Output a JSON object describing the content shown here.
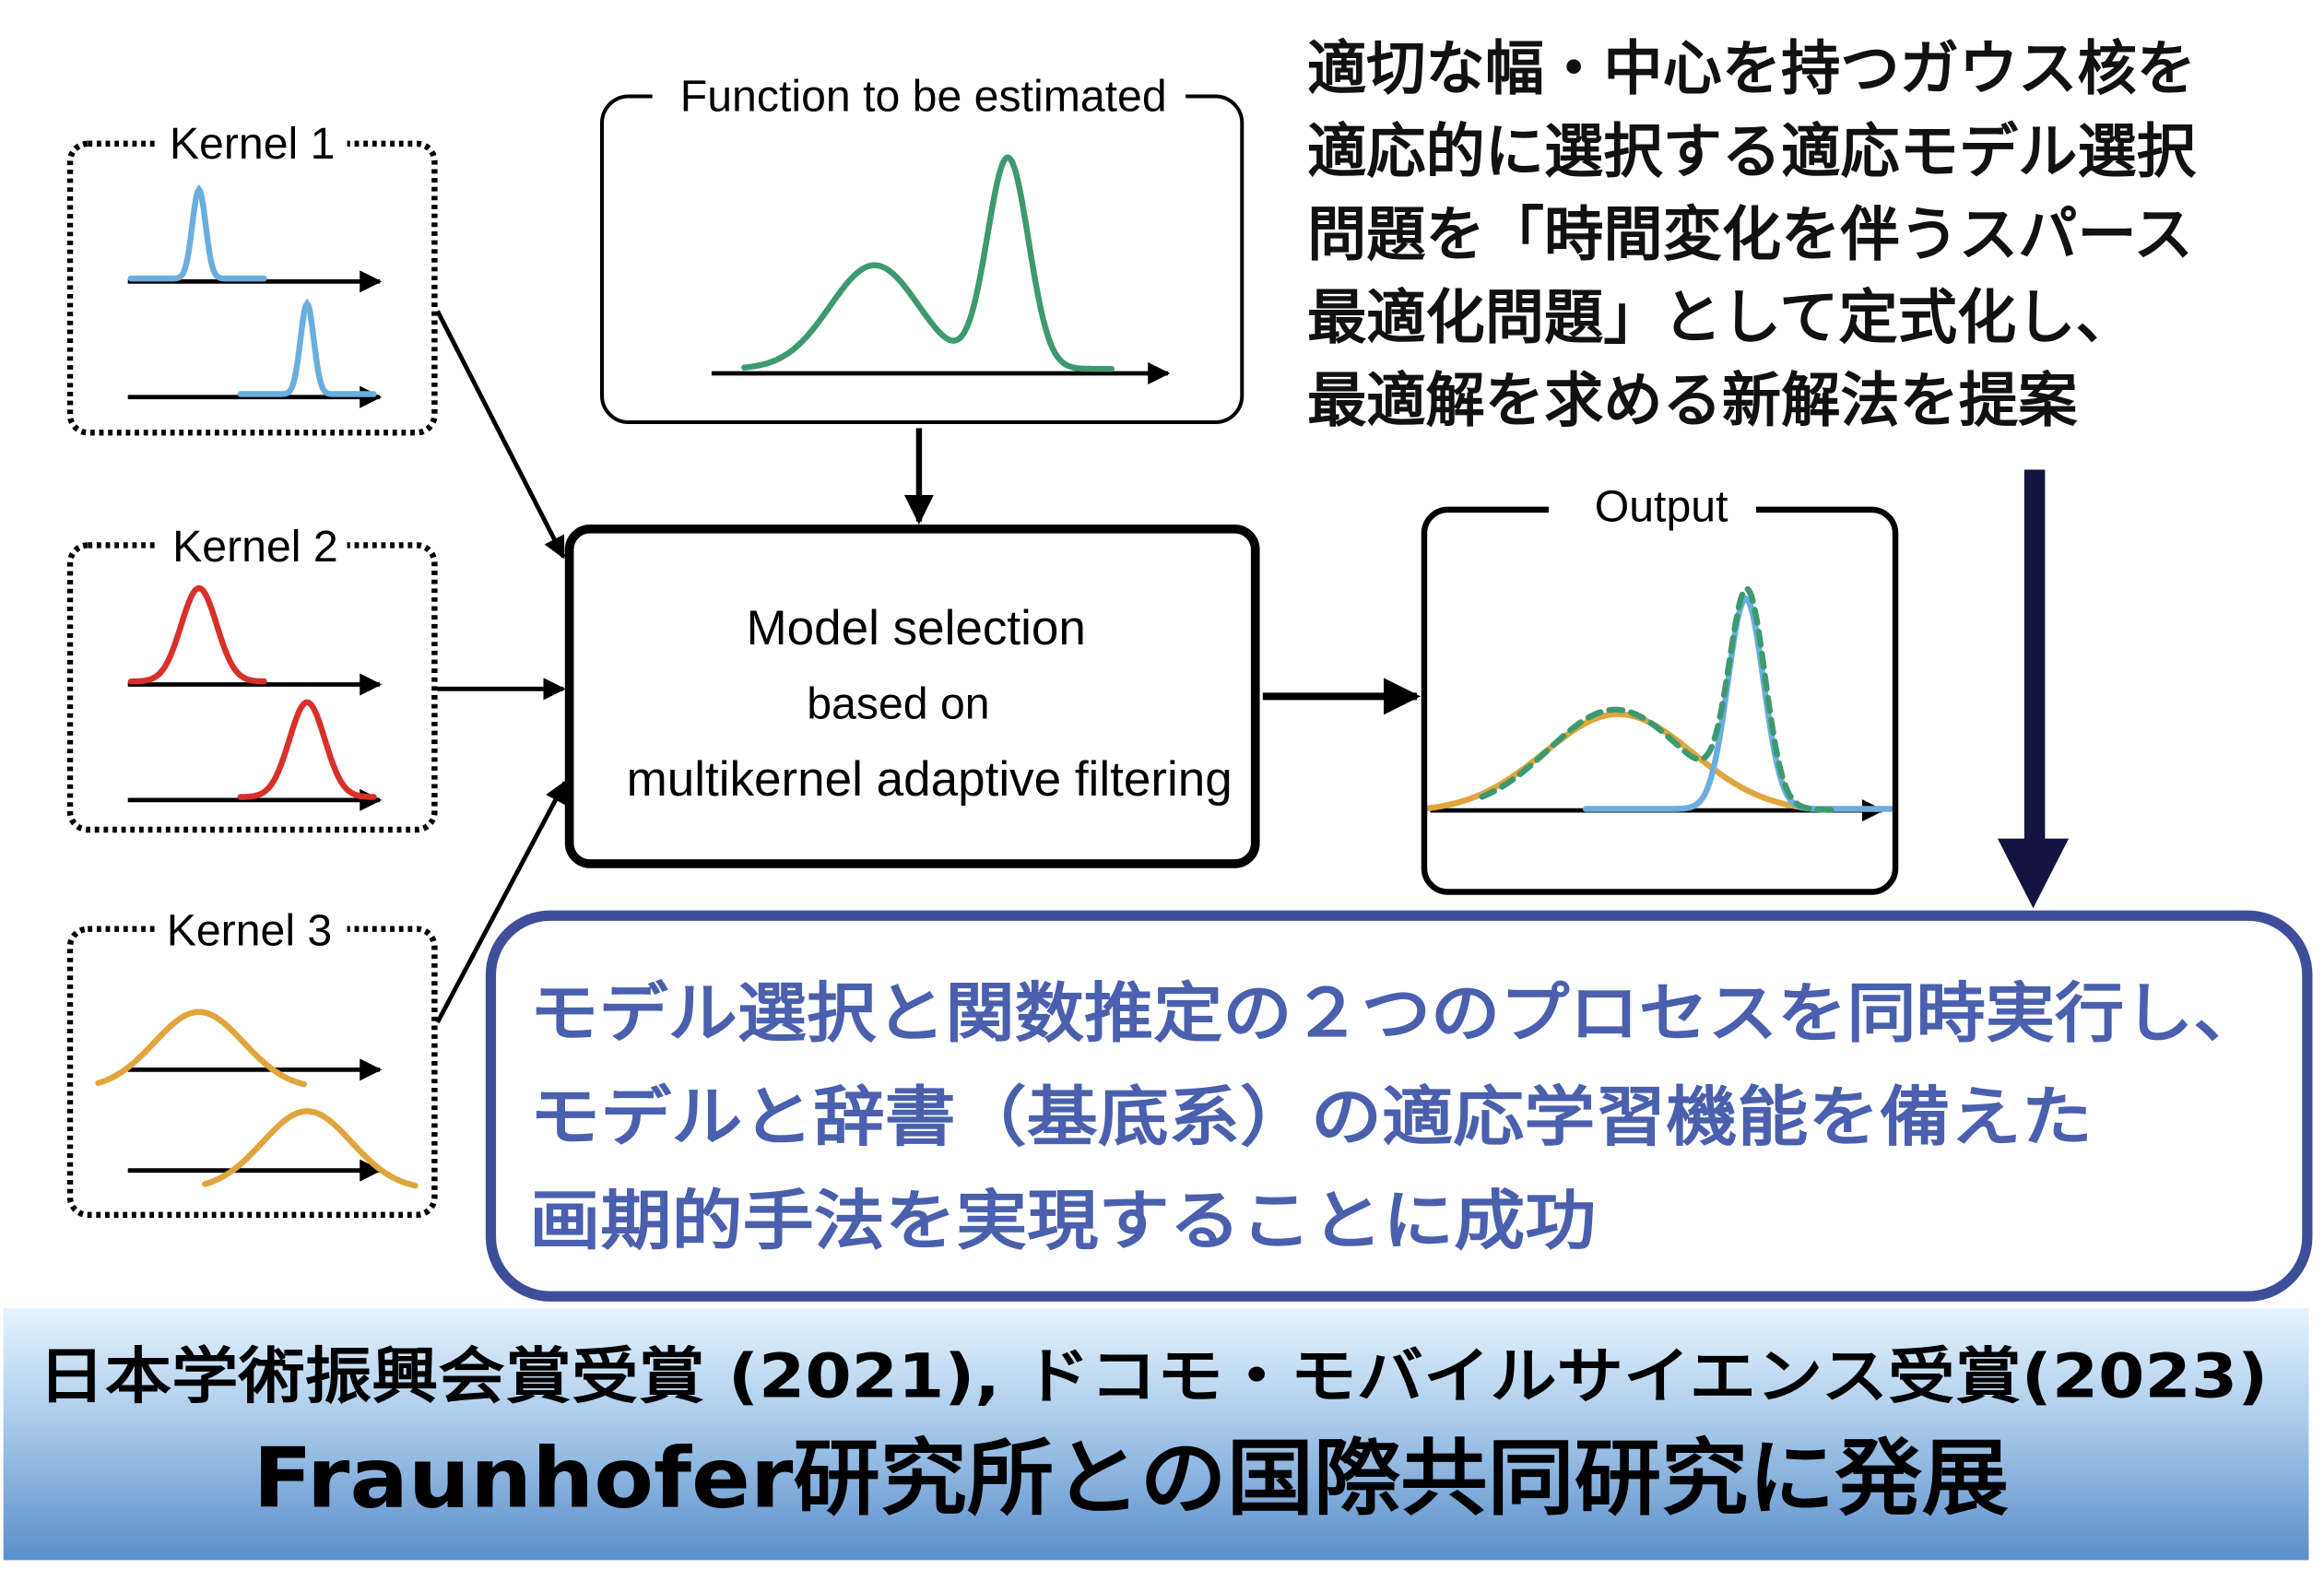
{
  "kernels": [
    {
      "label": "Kernel 1",
      "color": "#6aaee0"
    },
    {
      "label": "Kernel 2",
      "color": "#d9302a"
    },
    {
      "label": "Kernel 3",
      "color": "#e0a53c"
    }
  ],
  "function_box": {
    "label": "Function to be estimated",
    "color": "#3c9a6e"
  },
  "model_box": {
    "line1": "Model selection",
    "line2": "based on",
    "line3": "multikernel adaptive filtering"
  },
  "output_box": {
    "label": "Output"
  },
  "summary": {
    "lines": [
      "適切な幅・中心を持つガウス核を",
      "適応的に選択する適応モデル選択",
      "問題を「時間変化を伴うスパース",
      "最適化問題」として定式化し、",
      "最適解を求める新解法を提案"
    ]
  },
  "result": {
    "color": "#3f4e9a",
    "lines": [
      "モデル選択と関数推定の２つのプロセスを同時実行し、",
      "モデルと辞書（基底系）の適応学習機能を備えた",
      "画期的手法を実現することに成功"
    ]
  },
  "awards": {
    "line1": "日本学術振興会賞受賞 (2021), ドコモ・モバイルサイエンス受賞(2023)",
    "line2": "Fraunhofer研究所との国際共同研究に発展"
  }
}
